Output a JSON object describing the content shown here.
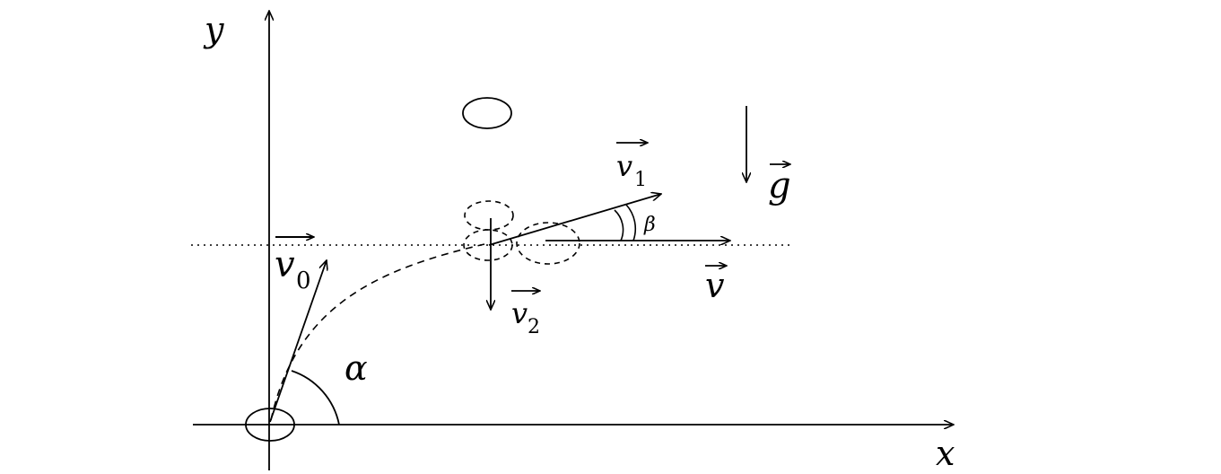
{
  "labels": {
    "x_axis": "x",
    "y_axis": "y",
    "v0": "v",
    "v0_sub": "0",
    "v1": "v",
    "v1_sub": "1",
    "v2": "v",
    "v2_sub": "2",
    "v": "v",
    "g": "g",
    "alpha": "α",
    "beta": "β"
  },
  "colors": {
    "ink": "#000000",
    "background": "#ffffff"
  }
}
